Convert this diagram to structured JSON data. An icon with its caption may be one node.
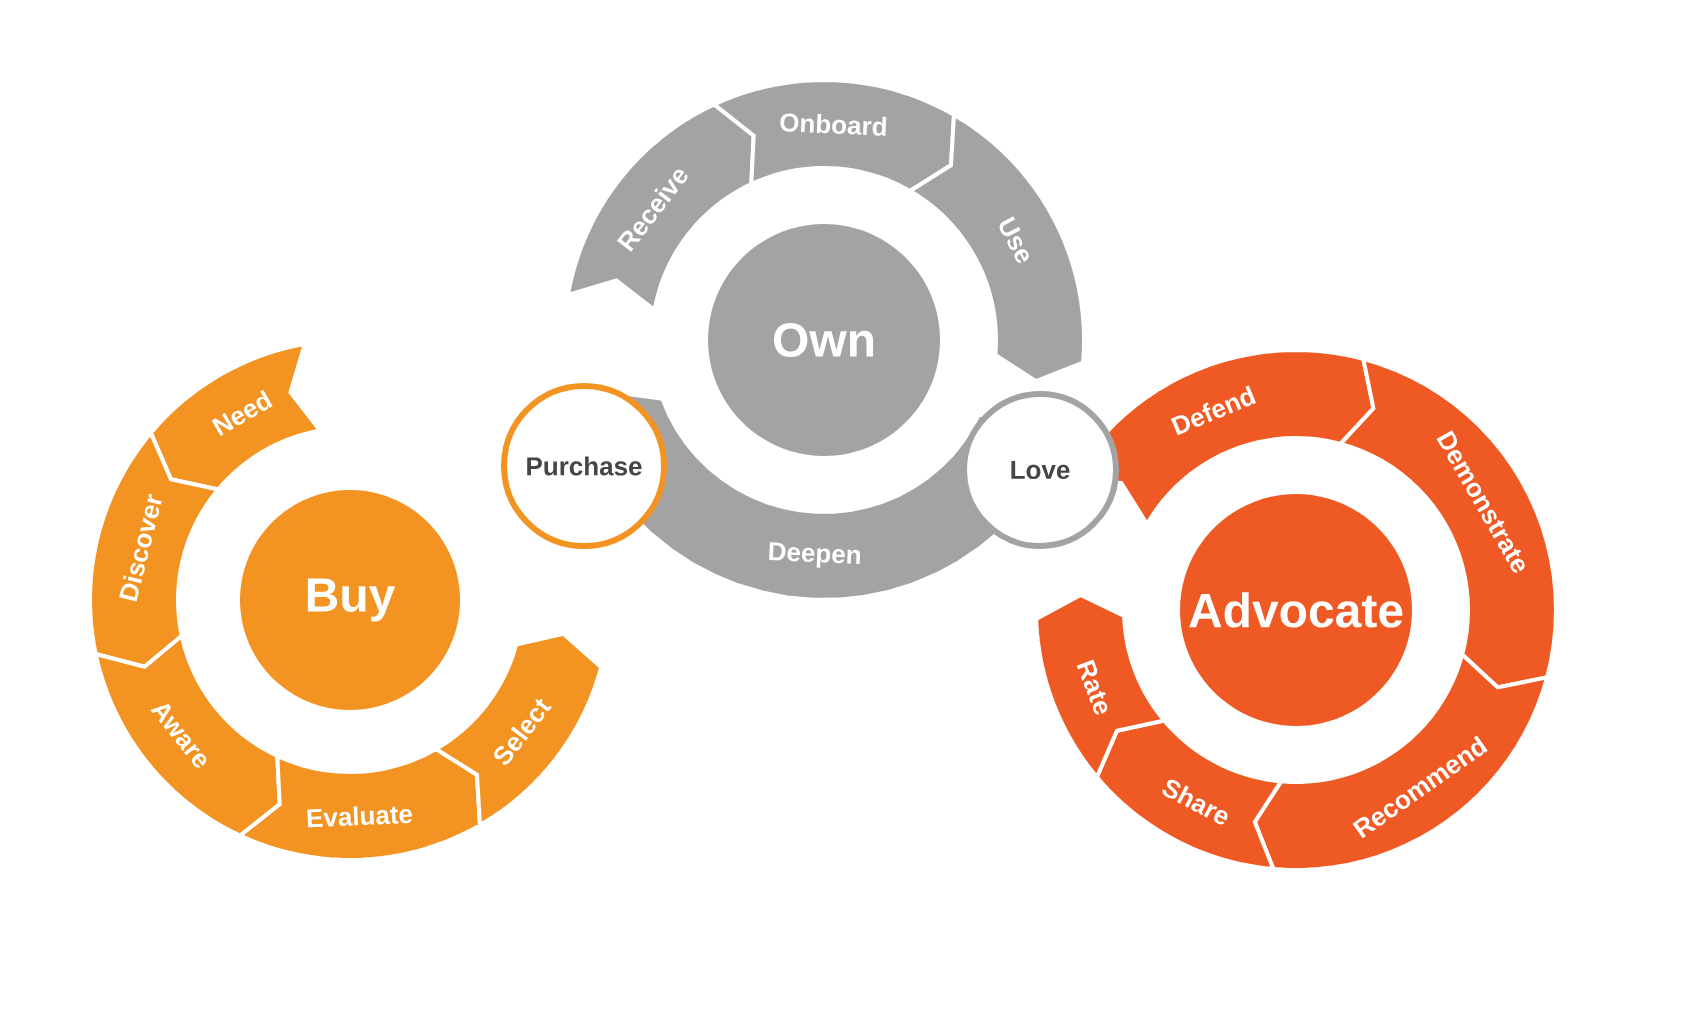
{
  "diagram": {
    "nodes": [
      {
        "text": [
          "Buy"
        ]
      },
      {
        "text": [
          "Need"
        ]
      },
      {
        "text": [
          "Discover"
        ]
      },
      {
        "text": [
          "Aware"
        ]
      },
      {
        "text": [
          "Evaluate"
        ]
      },
      {
        "text": [
          "Select"
        ]
      },
      {
        "text": [
          "Purchase"
        ]
      },
      {
        "text": [
          "Own"
        ]
      },
      {
        "text": [
          "Receive"
        ]
      },
      {
        "text": [
          "Onboard"
        ]
      },
      {
        "text": [
          "Use"
        ]
      },
      {
        "text": [
          "Deepen"
        ]
      },
      {
        "text": [
          "Love"
        ]
      },
      {
        "text": [
          "Advocate"
        ]
      },
      {
        "text": [
          "Defend"
        ]
      },
      {
        "text": [
          "Demonstrate"
        ]
      },
      {
        "text": [
          "Recommend"
        ]
      },
      {
        "text": [
          "Share"
        ]
      },
      {
        "text": [
          "Rate"
        ]
      }
    ]
  }
}
